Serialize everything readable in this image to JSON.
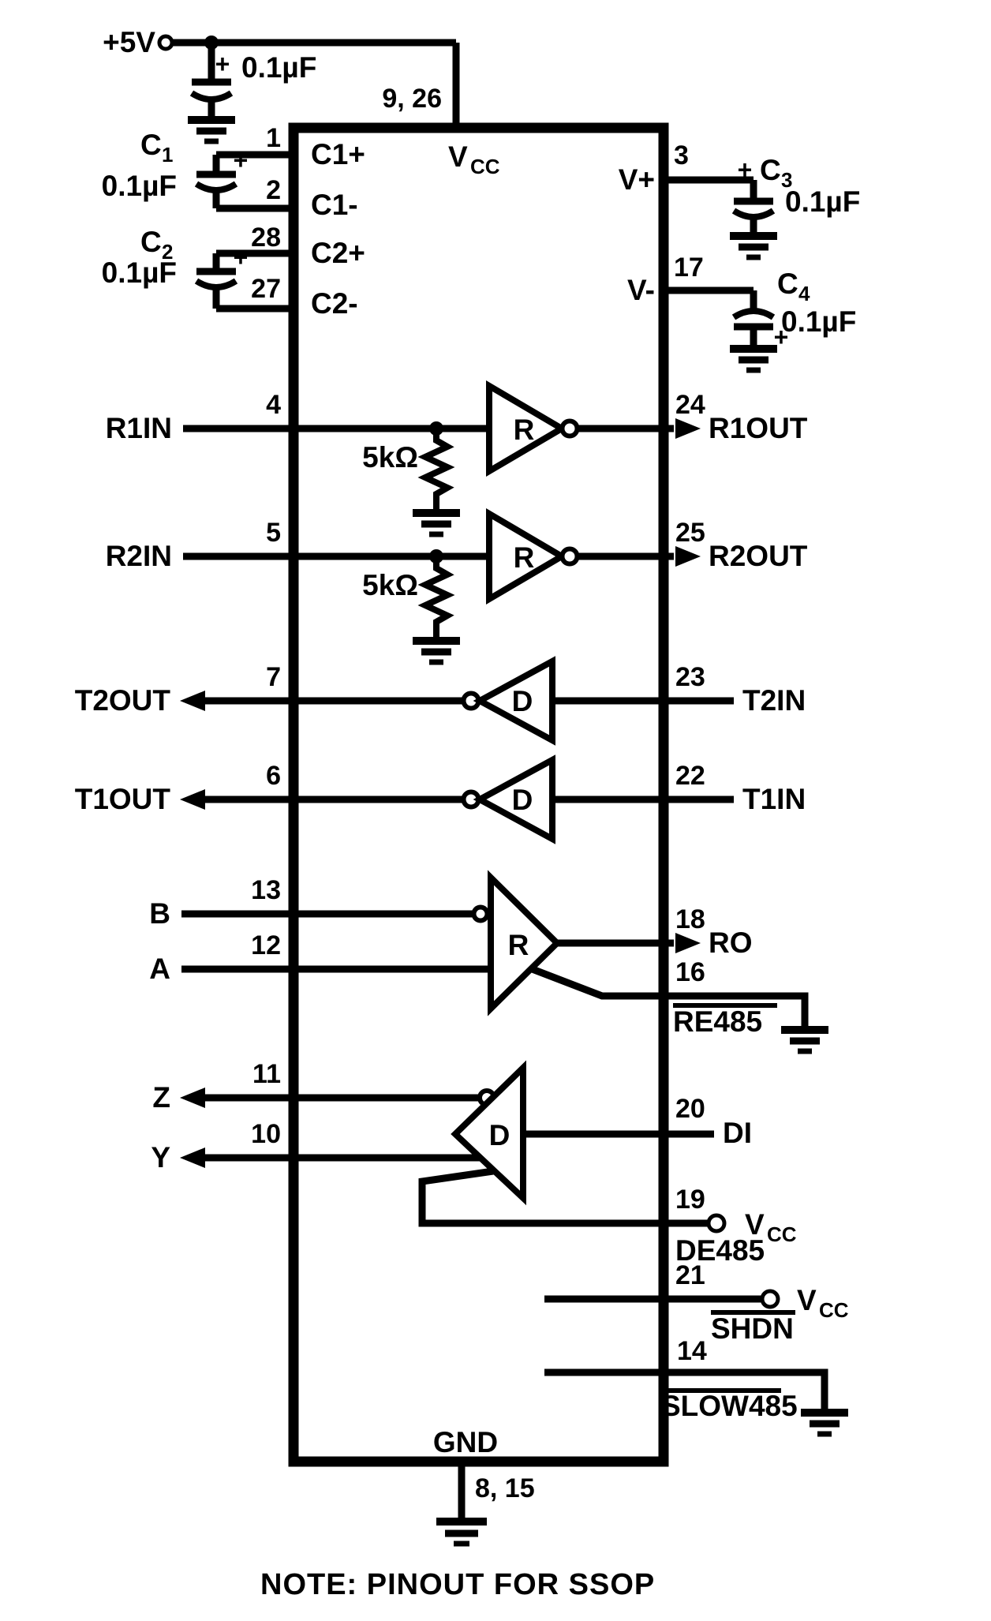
{
  "power": {
    "supply_label": "+5V",
    "bypass_value": "0.1µF"
  },
  "symbols": {
    "vcc_main": "V",
    "vcc_sub": "CC",
    "plus": "+",
    "receiver_letter": "R",
    "driver_letter": "D"
  },
  "capacitors": {
    "c1": {
      "name_main": "C",
      "name_sub": "1",
      "value": "0.1µF"
    },
    "c2": {
      "name_main": "C",
      "name_sub": "2",
      "value": "0.1µF"
    },
    "c3": {
      "name_main": "C",
      "name_sub": "3",
      "value": "0.1µF"
    },
    "c4": {
      "name_main": "C",
      "name_sub": "4",
      "value": "0.1µF"
    }
  },
  "resistors": {
    "r1": "5kΩ",
    "r2": "5kΩ"
  },
  "ic": {
    "pins": {
      "vcc_pins": "9, 26",
      "gnd_pins": "8, 15",
      "p1": "1",
      "p2": "2",
      "p28": "28",
      "p27": "27",
      "p3": "3",
      "p17": "17",
      "p4": "4",
      "p5": "5",
      "p24": "24",
      "p25": "25",
      "p7": "7",
      "p6": "6",
      "p23": "23",
      "p22": "22",
      "p13": "13",
      "p12": "12",
      "p18": "18",
      "p16": "16",
      "p11": "11",
      "p10": "10",
      "p20": "20",
      "p19": "19",
      "p21": "21",
      "p14": "14"
    },
    "labels": {
      "c1_plus": "C1+",
      "c1_minus": "C1-",
      "c2_plus": "C2+",
      "c2_minus": "C2-",
      "v_plus": "V+",
      "v_minus": "V-",
      "gnd": "GND"
    }
  },
  "nets": {
    "r1in": "R1IN",
    "r2in": "R2IN",
    "r1out": "R1OUT",
    "r2out": "R2OUT",
    "t2out": "T2OUT",
    "t1out": "T1OUT",
    "t2in": "T2IN",
    "t1in": "T1IN",
    "b": "B",
    "a": "A",
    "ro": "RO",
    "re485": "RE485",
    "z": "Z",
    "y": "Y",
    "di": "DI",
    "de485": "DE485",
    "shdn": "SHDN",
    "slow485": "SLOW485"
  },
  "note": "NOTE: PINOUT FOR SSOP"
}
